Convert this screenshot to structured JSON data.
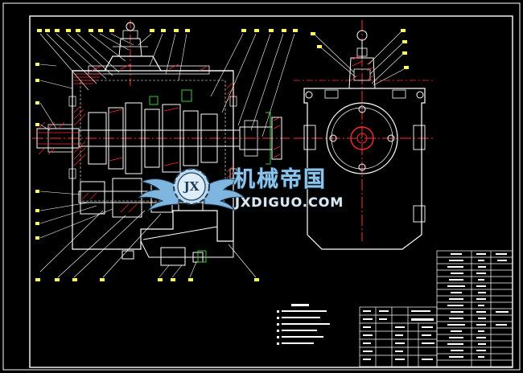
{
  "watermark": {
    "logo_letters": "JX",
    "title": "机械帝国",
    "url": "JXDIGUO.COM"
  },
  "colors": {
    "background": "#000000",
    "frame": "#ffffff",
    "outline": "#ffffff",
    "hatch": "#ff2a2a",
    "centerline": "#ff3030",
    "leader": "#ffffff",
    "balloon": "#ffff66",
    "green": "#33cc33",
    "watermark_blue": "#8fc4ea"
  }
}
